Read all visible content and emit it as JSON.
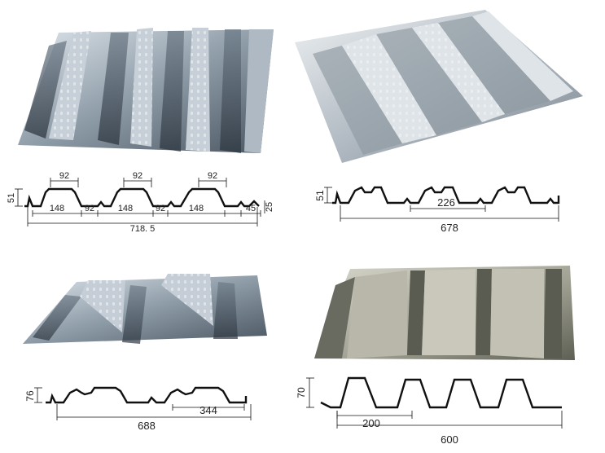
{
  "panels": [
    {
      "id": "tl",
      "dims": {
        "top1": "92",
        "top2": "92",
        "top3": "92",
        "height": "51",
        "b1": "148",
        "b2": "92",
        "b3": "148",
        "b4": "92",
        "b5": "148",
        "end": "45",
        "side": "25",
        "total": "718. 5"
      }
    },
    {
      "id": "tr",
      "dims": {
        "height": "51",
        "pitch": "226",
        "total": "678"
      }
    },
    {
      "id": "bl",
      "dims": {
        "height": "76",
        "pitch": "344",
        "total": "688"
      }
    },
    {
      "id": "br",
      "dims": {
        "height": "70",
        "pitch": "200",
        "total": "600"
      }
    }
  ],
  "colors": {
    "metal_light": "#c9d3dc",
    "metal_mid": "#8c9aa6",
    "metal_dark": "#3f4b57",
    "galv_light": "#c8c7ba",
    "galv_dark": "#55564c",
    "line": "#111111"
  }
}
